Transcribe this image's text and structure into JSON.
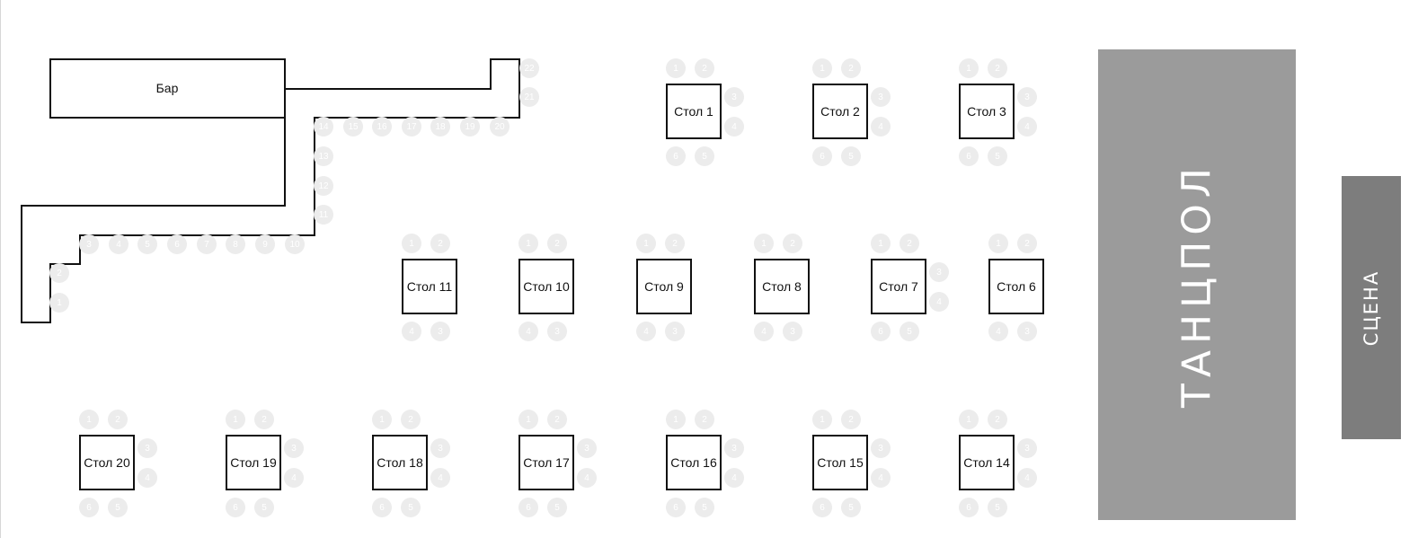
{
  "bar": {
    "label": "Бар",
    "seats": [
      "1",
      "2",
      "3",
      "4",
      "5",
      "6",
      "7",
      "8",
      "9",
      "10",
      "11",
      "12",
      "13",
      "14",
      "15",
      "16",
      "17",
      "18",
      "19",
      "20",
      "21",
      "22"
    ]
  },
  "dance_floor": {
    "label": "ТАНЦПОЛ"
  },
  "stage": {
    "label": "СЦЕНА"
  },
  "tables": [
    {
      "label": "Стол 1",
      "seats": [
        "1",
        "2",
        "3",
        "4",
        "5",
        "6"
      ]
    },
    {
      "label": "Стол 2",
      "seats": [
        "1",
        "2",
        "3",
        "4",
        "5",
        "6"
      ]
    },
    {
      "label": "Стол 3",
      "seats": [
        "1",
        "2",
        "3",
        "4",
        "5",
        "6"
      ]
    },
    {
      "label": "Стол 6",
      "seats": [
        "1",
        "2",
        "3",
        "4"
      ]
    },
    {
      "label": "Стол 7",
      "seats": [
        "1",
        "2",
        "3",
        "4",
        "5",
        "6"
      ]
    },
    {
      "label": "Стол 8",
      "seats": [
        "1",
        "2",
        "3",
        "4"
      ]
    },
    {
      "label": "Стол 9",
      "seats": [
        "1",
        "2",
        "3",
        "4"
      ]
    },
    {
      "label": "Стол 10",
      "seats": [
        "1",
        "2",
        "3",
        "4"
      ]
    },
    {
      "label": "Стол 11",
      "seats": [
        "1",
        "2",
        "3",
        "4"
      ]
    },
    {
      "label": "Стол 14",
      "seats": [
        "1",
        "2",
        "3",
        "4",
        "5",
        "6"
      ]
    },
    {
      "label": "Стол 15",
      "seats": [
        "1",
        "2",
        "3",
        "4",
        "5",
        "6"
      ]
    },
    {
      "label": "Стол 16",
      "seats": [
        "1",
        "2",
        "3",
        "4",
        "5",
        "6"
      ]
    },
    {
      "label": "Стол 17",
      "seats": [
        "1",
        "2",
        "3",
        "4",
        "5",
        "6"
      ]
    },
    {
      "label": "Стол 18",
      "seats": [
        "1",
        "2",
        "3",
        "4",
        "5",
        "6"
      ]
    },
    {
      "label": "Стол 19",
      "seats": [
        "1",
        "2",
        "3",
        "4",
        "5",
        "6"
      ]
    },
    {
      "label": "Стол 20",
      "seats": [
        "1",
        "2",
        "3",
        "4",
        "5",
        "6"
      ]
    }
  ],
  "colors": {
    "seat": "#ececec",
    "dance_floor": "#9b9b9b",
    "stage": "#7d7d7d",
    "outline": "#111111"
  }
}
